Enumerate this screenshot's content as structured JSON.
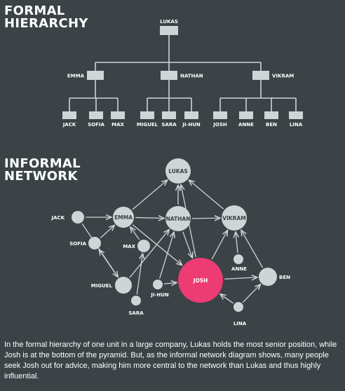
{
  "formal": {
    "heading_line1": "FORMAL",
    "heading_line2": "HIERARCHY",
    "root": "LUKAS",
    "managers": [
      {
        "name": "EMMA",
        "reports": [
          "JACK",
          "SOFIA",
          "MAX"
        ]
      },
      {
        "name": "NATHAN",
        "reports": [
          "MIGUEL",
          "SARA",
          "JI-HUN"
        ]
      },
      {
        "name": "VIKRAM",
        "reports": [
          "JOSH",
          "ANNE",
          "BEN",
          "LINA"
        ]
      }
    ]
  },
  "informal": {
    "heading_line1": "INFORMAL",
    "heading_line2": "NETWORK",
    "nodes": [
      "LUKAS",
      "EMMA",
      "NATHAN",
      "VIKRAM",
      "JACK",
      "SOFIA",
      "MAX",
      "MIGUEL",
      "SARA",
      "JI-HUN",
      "JOSH",
      "ANNE",
      "BEN",
      "LINA"
    ],
    "edges": [
      [
        "EMMA",
        "LUKAS"
      ],
      [
        "NATHAN",
        "LUKAS"
      ],
      [
        "VIKRAM",
        "LUKAS"
      ],
      [
        "JOSH",
        "LUKAS"
      ],
      [
        "EMMA",
        "NATHAN"
      ],
      [
        "NATHAN",
        "VIKRAM"
      ],
      [
        "JACK",
        "EMMA"
      ],
      [
        "SOFIA",
        "EMMA"
      ],
      [
        "JACK",
        "MIGUEL"
      ],
      [
        "MIGUEL",
        "SOFIA"
      ],
      [
        "MAX",
        "EMMA"
      ],
      [
        "MIGUEL",
        "NATHAN"
      ],
      [
        "JI-HUN",
        "NATHAN"
      ],
      [
        "SARA",
        "MAX"
      ],
      [
        "JI-HUN",
        "JOSH"
      ],
      [
        "EMMA",
        "JOSH"
      ],
      [
        "NATHAN",
        "JOSH"
      ],
      [
        "JOSH",
        "VIKRAM"
      ],
      [
        "ANNE",
        "VIKRAM"
      ],
      [
        "JOSH",
        "BEN"
      ],
      [
        "BEN",
        "VIKRAM"
      ],
      [
        "LINA",
        "BEN"
      ],
      [
        "LINA",
        "JOSH"
      ]
    ],
    "highlight_node": "JOSH",
    "highlight_color": "#ed3b74"
  },
  "caption": "In the formal hierarchy of one unit in a large company, Lukas holds the most senior position, while Josh is at the bottom of the pyramid. But, as the informal network diagram shows, many people seek Josh out for advice, making him more central to the network than Lukas and thus highly influential.",
  "colors": {
    "background": "#3b4346",
    "node": "#cfd4d7",
    "line": "#cfd4d7",
    "text": "#ffffff"
  }
}
